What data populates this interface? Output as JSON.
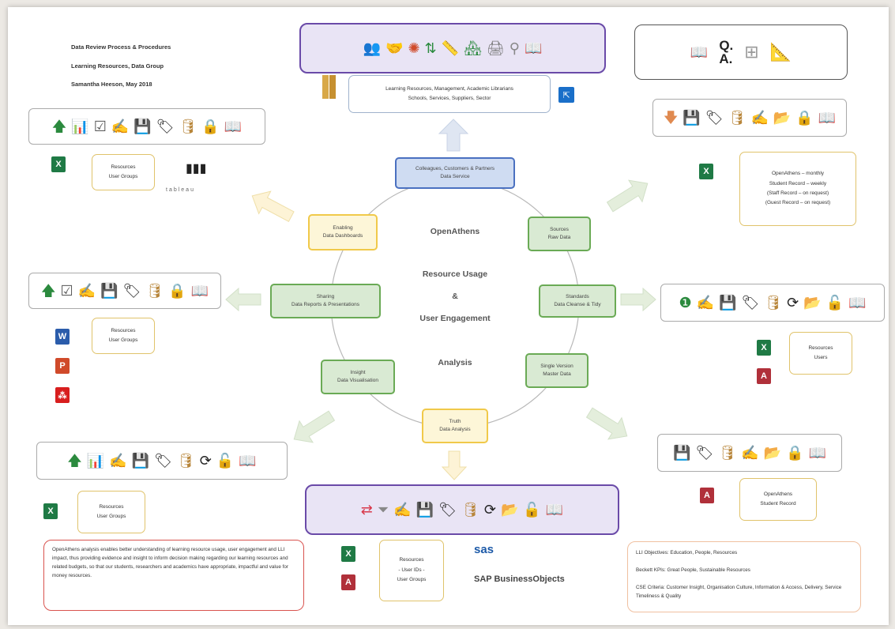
{
  "header": {
    "line1": "Data Review Process & Procedures",
    "line2": "Learning Resources, Data Group",
    "line3": "Samantha Heeson, May 2018"
  },
  "center": {
    "top": "OpenAthens",
    "mid1": "Resource Usage",
    "mid2": "&",
    "mid3": "User Engagement",
    "bottom": "Analysis"
  },
  "cycle": {
    "colleagues": {
      "line1": "Colleagues, Customers & Partners",
      "line2": "Data Service"
    },
    "sources": {
      "line1": "Sources",
      "line2": "Raw Data"
    },
    "standards": {
      "line1": "Standards",
      "line2": "Data Cleanse & Tidy"
    },
    "single_version": {
      "line1": "Single Version",
      "line2": "Master Data"
    },
    "truth": {
      "line1": "Truth",
      "line2": "Data Analysis"
    },
    "insight": {
      "line1": "Insight",
      "line2": "Data Visualisation"
    },
    "sharing": {
      "line1": "Sharing",
      "line2": "Data Reports & Presentations"
    },
    "enabling": {
      "line1": "Enabling",
      "line2": "Data Dashboards"
    }
  },
  "top_box": {
    "line1": "Learning Resources, Management, Academic Librarians",
    "line2": "Schools, Services, Suppliers, Sector"
  },
  "top_left_box": {
    "line1": "Resources",
    "line2": "User Groups"
  },
  "tableau_label": "tableau",
  "openathens_box": {
    "line1": "OpenAthens – monthly",
    "line2": "Student Record – weekly",
    "line3": "(Staff Record – on request)",
    "line4": "(Guest Record – on request)"
  },
  "mid_left_box": {
    "line1": "Resources",
    "line2": "User Groups"
  },
  "mid_right_box": {
    "line1": "Resources",
    "line2": "Users"
  },
  "bottom_left_box": {
    "line1": "Resources",
    "line2": "User Groups"
  },
  "bottom_right_box": {
    "line1": "OpenAthens",
    "line2": "Student Record"
  },
  "bottom_center_box": {
    "line1": "Resources",
    "line2": "- User IDs -",
    "line3": "User Groups"
  },
  "sas_label": "sas",
  "sap_label": "SAP BusinessObjects",
  "analysis_text": "OpenAthens analysis enables better understanding of learning resource usage, user engagement and LLI impact, thus providing evidence and insight to inform decision making regarding our learning resources and related budgets, so that our students, researchers and academics have appropriate, impactful and value for money resources.",
  "objectives": {
    "line1": "LLI Objectives: Education, People, Resources",
    "line2": "Beckett KPIs: Great People, Sustainable Resources",
    "line3": "CSE Criteria: Customer Insight, Organisation Culture, Information & Access, Delivery, Service Timeliness & Quality"
  },
  "qa": {
    "q": "Q.",
    "a": "A."
  },
  "app_letters": {
    "excel": "X",
    "access": "A",
    "word": "W",
    "powerpoint": "P",
    "pdf": "⁂"
  },
  "colors": {
    "green": "#6aaa55",
    "yellow": "#f0c94a",
    "blue": "#4a70c0",
    "purple": "#6a4aa8",
    "red": "#d9534f"
  }
}
